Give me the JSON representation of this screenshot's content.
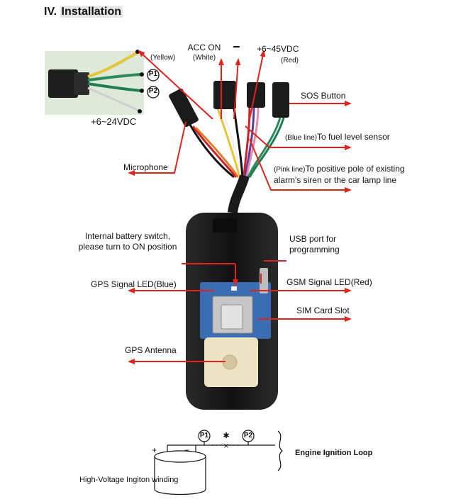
{
  "section": {
    "number": "IV.",
    "title": "Installation"
  },
  "relay_inset": {
    "yellow_label": "(Yellow)",
    "p1": "P1",
    "p2": "P2",
    "power": "+6~24VDC"
  },
  "wires": {
    "acc_on": "ACC ON",
    "acc_color": "(White)",
    "minus": "−",
    "plus_range": "+6~45VDC",
    "plus_color": "(Red)",
    "sos": "SOS Button",
    "blue_prefix": "(Blue line)",
    "blue_text": "To fuel level sensor",
    "pink_prefix": "(Pink line)",
    "pink_line1": "To positive pole of existing",
    "pink_line2": "alarm's siren or the car lamp line",
    "microphone": "Microphone"
  },
  "device": {
    "battery_line1": "Internal battery switch,",
    "battery_line2": "please turn to ON position",
    "usb_line1": "USB port for",
    "usb_line2": "programming",
    "gps_led": "GPS Signal LED(Blue)",
    "gsm_led": "GSM Signal LED(Red)",
    "sim": "SIM Card Slot",
    "antenna": "GPS Antenna"
  },
  "ignition": {
    "p1": "P1",
    "p2": "P2",
    "plus": "+",
    "minus": "−",
    "loop": "Engine Ignition Loop",
    "winding": "High-Voltage Ingiton winding"
  },
  "colors": {
    "arrow": "#e2231a",
    "device": "#1b1b1b",
    "pcb": "#3a6db3",
    "antenna": "#ece2c4"
  }
}
